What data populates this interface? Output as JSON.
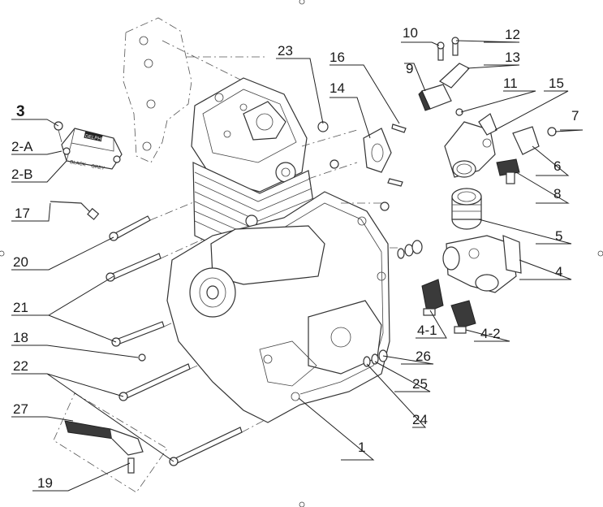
{
  "logo_text": "DELPHI",
  "module_small_labels": [
    "BLACK",
    "GREY"
  ],
  "callouts": [
    {
      "id": "c1",
      "text": "1",
      "bold": false
    },
    {
      "id": "c2a",
      "text": "2-A",
      "bold": false
    },
    {
      "id": "c2b",
      "text": "2-B",
      "bold": false
    },
    {
      "id": "c3",
      "text": "3",
      "bold": true
    },
    {
      "id": "c4",
      "text": "4",
      "bold": false
    },
    {
      "id": "c41",
      "text": "4-1",
      "bold": false
    },
    {
      "id": "c42",
      "text": "4-2",
      "bold": false
    },
    {
      "id": "c5",
      "text": "5",
      "bold": false
    },
    {
      "id": "c6",
      "text": "6",
      "bold": false
    },
    {
      "id": "c7",
      "text": "7",
      "bold": false
    },
    {
      "id": "c8",
      "text": "8",
      "bold": false
    },
    {
      "id": "c9",
      "text": "9",
      "bold": false
    },
    {
      "id": "c10",
      "text": "10",
      "bold": false
    },
    {
      "id": "c11",
      "text": "11",
      "bold": false
    },
    {
      "id": "c12",
      "text": "12",
      "bold": false
    },
    {
      "id": "c13",
      "text": "13",
      "bold": false
    },
    {
      "id": "c14",
      "text": "14",
      "bold": false
    },
    {
      "id": "c15",
      "text": "15",
      "bold": false
    },
    {
      "id": "c16",
      "text": "16",
      "bold": false
    },
    {
      "id": "c17",
      "text": "17",
      "bold": false
    },
    {
      "id": "c18",
      "text": "18",
      "bold": false
    },
    {
      "id": "c19",
      "text": "19",
      "bold": false
    },
    {
      "id": "c20",
      "text": "20",
      "bold": false
    },
    {
      "id": "c21",
      "text": "21",
      "bold": false
    },
    {
      "id": "c22",
      "text": "22",
      "bold": false
    },
    {
      "id": "c23",
      "text": "23",
      "bold": false
    },
    {
      "id": "c24",
      "text": "24",
      "bold": false
    },
    {
      "id": "c25",
      "text": "25",
      "bold": false
    },
    {
      "id": "c26",
      "text": "26",
      "bold": false
    },
    {
      "id": "c27",
      "text": "27",
      "bold": false
    }
  ]
}
